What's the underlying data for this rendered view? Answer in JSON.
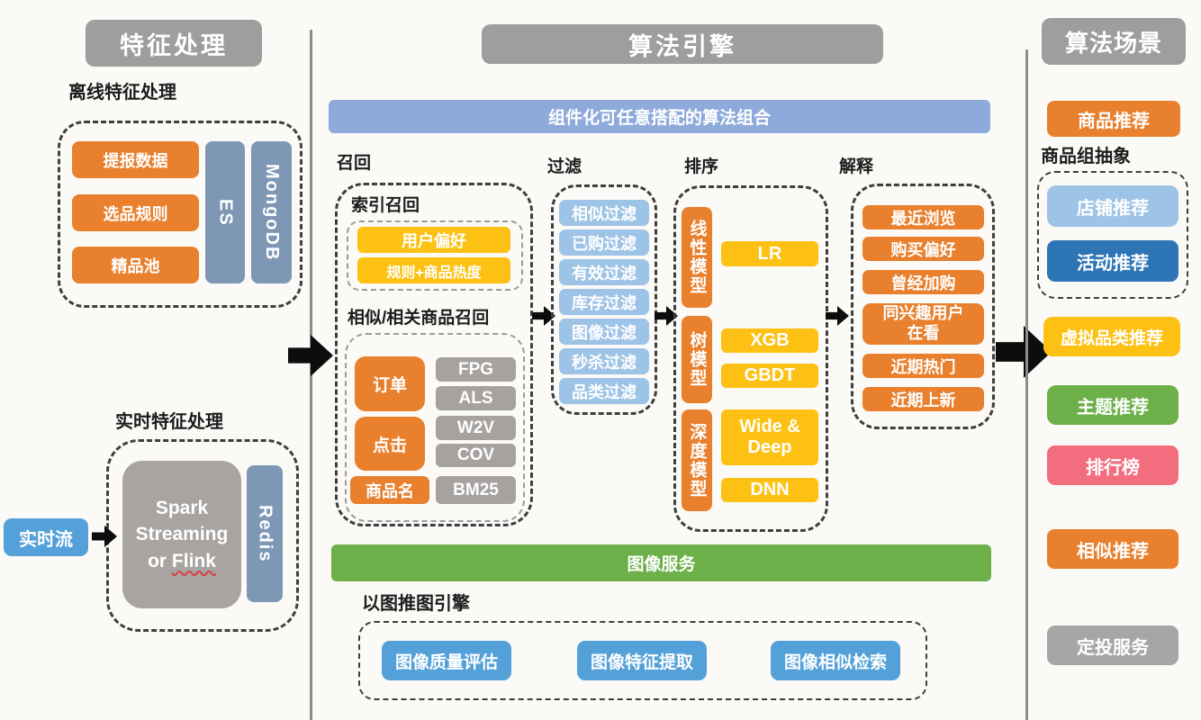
{
  "colors": {
    "orange": "#e8802e",
    "yellow": "#fdc113",
    "steel_blue": "#7d97b5",
    "blue": "#54a0d8",
    "light_blue": "#9dc3e6",
    "dark_blue": "#2e75b6",
    "banner_blue": "#8eaadb",
    "green": "#6db04a",
    "pink": "#f26d7d",
    "gray_header": "#9e9e9e",
    "gray_box": "#a6a2a0"
  },
  "left": {
    "header": "特征处理",
    "offline_label": "离线特征处理",
    "offline_items": [
      "提报数据",
      "选品规则",
      "精品池"
    ],
    "offline_stores": [
      "ES",
      "MongoDB"
    ],
    "realtime_label": "实时特征处理",
    "realtime_source": "实时流",
    "engine_text": "Spark Streaming or",
    "engine_flink": "Flink",
    "realtime_store": "Redis"
  },
  "engine": {
    "header": "算法引擎",
    "banner": "组件化可任意搭配的算法组合",
    "recall": {
      "label": "召回",
      "index_label": "索引召回",
      "index_items": [
        "用户偏好",
        "规则+商品热度"
      ],
      "similar_label": "相似/相关商品召回",
      "sources": [
        "订单",
        "点击",
        "商品名"
      ],
      "algos": [
        "FPG",
        "ALS",
        "W2V",
        "COV",
        "BM25"
      ]
    },
    "filter": {
      "label": "过滤",
      "items": [
        "相似过滤",
        "已购过滤",
        "有效过滤",
        "库存过滤",
        "图像过滤",
        "秒杀过滤",
        "品类过滤"
      ]
    },
    "rank": {
      "label": "排序",
      "groups": [
        {
          "model": "线性模型",
          "algos": [
            "LR"
          ]
        },
        {
          "model": "树模型",
          "algos": [
            "XGB",
            "GBDT"
          ]
        },
        {
          "model": "深度模型",
          "algos": [
            "Wide & Deep",
            "DNN"
          ]
        }
      ]
    },
    "explain": {
      "label": "解释",
      "items": [
        "最近浏览",
        "购买偏好",
        "曾经加购",
        "同兴趣用户在看",
        "近期热门",
        "近期上新"
      ]
    },
    "image_service": {
      "banner": "图像服务",
      "label": "以图推图引擎",
      "items": [
        "图像质量评估",
        "图像特征提取",
        "图像相似检索"
      ]
    }
  },
  "scenes": {
    "header": "算法场景",
    "product": "商品推荐",
    "group_label": "商品组抽象",
    "group_items": [
      "店铺推荐",
      "活动推荐"
    ],
    "items": [
      "虚拟品类推荐",
      "主题推荐",
      "排行榜",
      "相似推荐",
      "定投服务"
    ]
  }
}
